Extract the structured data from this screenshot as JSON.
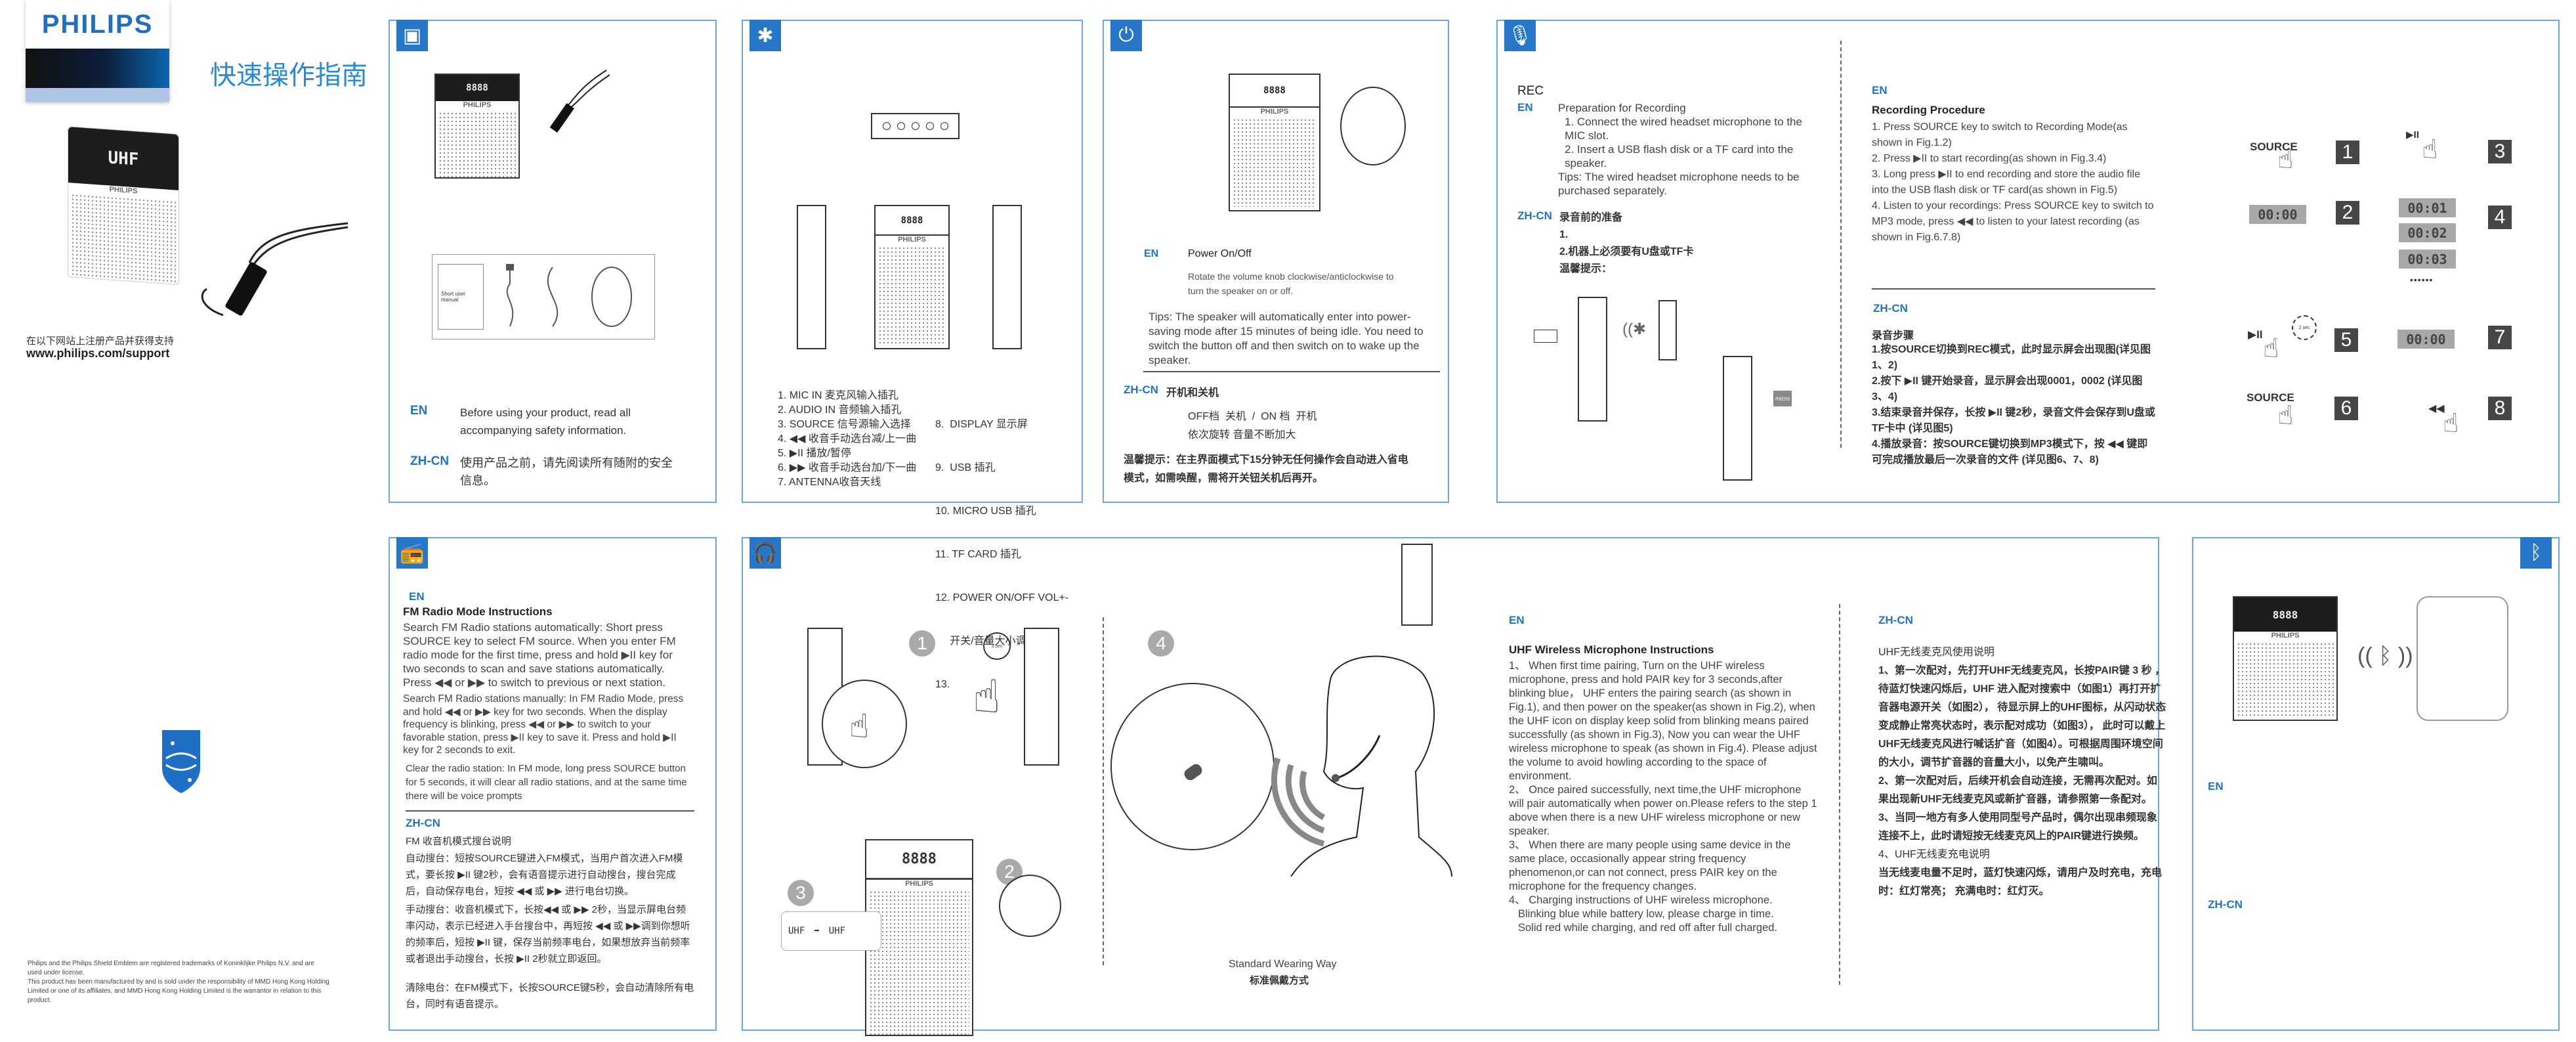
{
  "cover": {
    "brand": "PHILIPS",
    "title": "快速操作指南",
    "support_cn": "在以下网站上注册产品并获得支持",
    "support_url": "www.philips.com/support",
    "legal": [
      "Philips and the Philips Shield Emblem are registered trademarks of Koninklijke Philips N.V. and are used under license.",
      "This product has been manufactured by and is sold under the responsibility of MMD Hong Kong Holding Limited or one of its affiliates, and MMD Hong Kong Holding Limited is the warrantor in relation to this product."
    ]
  },
  "device": {
    "brand": "PHILIPS",
    "lcd": "UHF",
    "lcd_digits": "8888"
  },
  "intro": {
    "en_label": "EN",
    "en_text": "Before using your product, read all accompanying safety information.",
    "zh_label": "ZH-CN",
    "zh_text": "使用产品之前，请先阅读所有随附的安全信息。",
    "manual_label": "Short user manual"
  },
  "controls": {
    "col1": [
      "1.  MIC IN 麦克风输入插孔",
      "2.  AUDIO IN 音频输入插孔",
      "3.  SOURCE 信号源输入选择",
      "4.  ◀◀ 收音手动选台减/上一曲",
      "5.  ▶II 播放/暂停",
      "6.  ▶▶ 收音手动选台加/下一曲",
      "7.  ANTENNA收音天线"
    ],
    "col2": [
      "8.  DISPLAY 显示屏",
      "9.  USB 插孔",
      "10. MICRO USB 插孔",
      "11. TF CARD 插孔",
      "12. POWER ON/OFF VOL+-",
      "     开关/音量大小调节",
      "13."
    ]
  },
  "power": {
    "en_label": "EN",
    "title": "Power On/Off",
    "desc": "Rotate the volume knob  clockwise/anticlockwise to turn the speaker on or off.",
    "tips": "Tips:  The speaker will automatically enter into power-saving mode after 15 minutes of being idle. You need to switch the button off and then switch on to wake up the speaker.",
    "zh_label": "ZH-CN",
    "zh_title": "开机和关机",
    "zh_line1": "OFF档  关机  /  ON 档  开机",
    "zh_line2": "依次旋转 音量不断加大",
    "zh_tips": "温馨提示：在主界面模式下15分钟无任何操作会自动进入省电模式，如需唤醒，需将开关钮关机后再开。"
  },
  "recording": {
    "rec": "REC",
    "en_label": "EN",
    "prep_title": "Preparation for Recording",
    "prep_1": "1. Connect the wired headset microphone to the MIC slot.",
    "prep_2": "2. Insert  a USB flash disk or a TF card into the speaker.",
    "prep_tips": "Tips: The wired headset microphone needs to be purchased separately.",
    "zh_label": "ZH-CN",
    "zh_prep_title": "录音前的准备",
    "zh_prep_1": "1.",
    "zh_prep_2": "2.机器上必须要有U盘或TF卡",
    "zh_prep_tips": "温馨提示：",
    "proc_en_label": "EN",
    "proc_title": "Recording Procedure",
    "proc": [
      "1. Press SOURCE key to switch to Recording Mode(as shown in Fig.1.2)",
      "2. Press  ▶II  to start recording(as shown in Fig.3.4)",
      "3. Long press  ▶II  to end recording and store the audio file into the USB flash disk or TF card(as shown in Fig.5)",
      "4. Listen to your recordings: Press SOURCE key to switch to MP3 mode, press  ◀◀  to listen to your latest recording (as shown in Fig.6.7.8)"
    ],
    "proc_zh_label": "ZH-CN",
    "zh_proc_title": "录音步骤",
    "zh_proc": [
      "1.按SOURCE切换到REC模式，此时显示屏会出现图(详见图1、2)",
      "2.按下 ▶II 键开始录音，显示屏会出现0001，0002 (详见图3、4)",
      "3.结束录音并保存，长按 ▶II 键2秒，录音文件会保存到U盘或TF卡中 (详见图5)",
      "4.播放录音：按SOURCE键切换到MP3模式下，按 ◀◀ 键即可完成播放最后一次录音的文件 (详见图6、7、8)"
    ],
    "tf_label": "micro"
  },
  "figures": {
    "source": "SOURCE",
    "play": "▶II",
    "rewind": "◀◀",
    "timer": "2 sec",
    "lcd": [
      "00:00",
      "00:01",
      "00:02",
      "00:03",
      "00:00"
    ],
    "dots": "••••••",
    "numbers": [
      "1",
      "2",
      "3",
      "4",
      "5",
      "6",
      "7",
      "8"
    ]
  },
  "fm": {
    "en_label": "EN",
    "title": "FM Radio Mode Instructions",
    "p1": "Search FM Radio stations automatically: Short press SOURCE key to select FM source. When you enter FM radio mode for the first time, press and hold ▶II key for two seconds to scan and save stations automatically. Press ◀◀ or ▶▶ to switch to previous or next station.",
    "p2": "Search FM Radio stations manually: In FM Radio Mode, press and hold ◀◀ or ▶▶ key for two seconds. When the display frequency is blinking, press ◀◀ or ▶▶ to switch to your favorable station, press ▶II key to save it. Press and hold ▶II key for 2  seconds to exit.",
    "p3": "Clear the radio station:  In FM mode, long press SOURCE button for 5 seconds, it will clear all radio stations, and at the same time there will be voice prompts",
    "zh_label": "ZH-CN",
    "zh_title": "FM 收音机模式搜台说明",
    "zh_p1": "自动搜台：短按SOURCE键进入FM模式，当用户首次进入FM模式，要长按 ▶II 键2秒，会有语音提示进行自动搜台，搜台完成后，自动保存电台，短按 ◀◀ 或 ▶▶ 进行电台切换。",
    "zh_p2": "手动搜台：收音机模式下，长按◀◀ 或 ▶▶ 2秒，当显示屏电台频率闪动，表示已经进入手台搜台中，再短按 ◀◀ 或 ▶▶调到你想听的频率后，短按 ▶II 键，保存当前频率电台，如果想放弃当前频率或者退出手动搜台，长按 ▶II 2秒就立即返回。",
    "zh_p3": "清除电台：在FM模式下，长按SOURCE键5秒，会自动清除所有电台，同时有语音提示。"
  },
  "uhf": {
    "fig_numbers": [
      "1",
      "2",
      "3",
      "4"
    ],
    "clock": "3 sec",
    "bubble_from": "UHF",
    "bubble_to": "UHF",
    "arrow": "➡",
    "caption_en": "Standard Wearing Way",
    "caption_zh": "标准佩戴方式",
    "en_label": "EN",
    "title": "UHF Wireless Microphone Instructions",
    "p1": "1、 When first time pairing, Turn on the UHF wireless microphone, press and hold PAIR key for 3 seconds,after blinking blue， UHF enters the pairing search (as shown in Fig.1), and then power on the speaker(as shown in Fig.2), when the UHF icon on display keep solid from blinking means paired successfully (as shown in Fig.3), Now you can wear the UHF wireless microphone to speak (as shown in Fig.4). Please adjust the volume to avoid howling according to the space of environment.",
    "p2": "2、 Once paired successfully, next time,the UHF microphone will pair automatically when power on.Please refers to the step 1 above when there is a new UHF wireless microphone or new speaker.",
    "p3": "3、 When there are many people using same device in the same place, occasionally appear string frequency phenomenon,or can not connect, press PAIR key on the microphone for the frequency changes.",
    "p4": "4、 Charging instructions of UHF wireless microphone.",
    "p4a": "Blinking blue while battery low, please charge in time.",
    "p4b": "Solid red while charging, and red off after full charged.",
    "zh_label": "ZH-CN",
    "zh_title": "UHF无线麦克风使用说明",
    "zh_p1": "1、第一次配对，先打开UHF无线麦克风，长按PAIR键 3 秒 ，待蓝灯快速闪烁后，UHF 进入配对搜索中（如图1）再打开扩音器电源开关（如图2）， 待显示屏上的UHF图标，从闪动状态变成静止常亮状态时，表示配对成功（如图3）， 此时可以戴上UHF无线麦克风进行喊话扩音（如图4）。可根据周围环境空间的大小，调节扩音器的音量大小，以免产生啸叫。",
    "zh_p2": "2、第一次配对后，后续开机会自动连接，无需再次配对。如果出现新UHF无线麦克风或新扩音器，请参照第一条配对。",
    "zh_p3": "3、当同一地方有多人使用同型号产品时，偶尔出现串频现象连接不上，此时请短按无线麦克风上的PAIR键进行换频。",
    "zh_p4": "4、UHF无线麦充电说明",
    "zh_p4a": "当无线麦电量不足时，蓝灯快速闪烁，请用户及时充电，充电时：红灯常亮； 充满电时：红灯灭。"
  },
  "bluetooth": {
    "en_label": "EN",
    "zh_label": "ZH-CN"
  },
  "colors": {
    "accent": "#1f74c8",
    "panel_border": "#6aa6e0",
    "icon_bg": "#2677c9",
    "title_blue": "#2a8ad8"
  }
}
